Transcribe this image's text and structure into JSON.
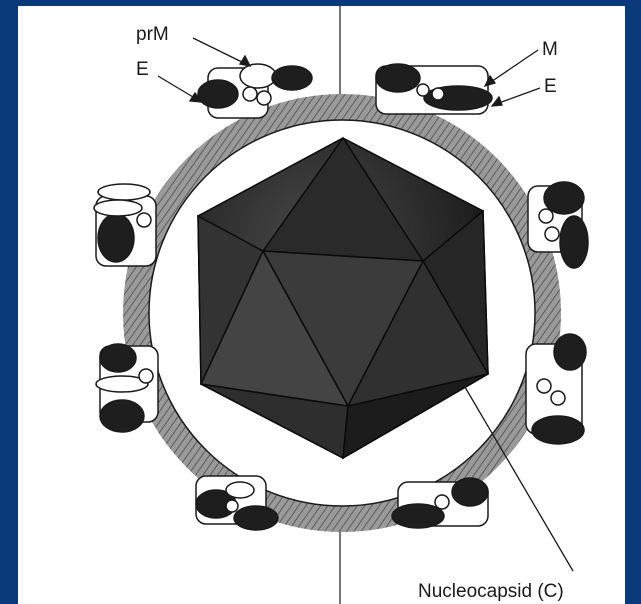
{
  "colors": {
    "frame": "#0b3a7a",
    "background": "#ffffff",
    "ink": "#1a1a1a",
    "envelope": "#8a8a8a",
    "capsid_dark": "#1e1e1e",
    "capsid_mid": "#3a3a3a"
  },
  "labels": {
    "prM": "prM",
    "E_left": "E",
    "M": "M",
    "E_right": "E",
    "nucleocapsid": "Nucleocapsid (C)"
  }
}
